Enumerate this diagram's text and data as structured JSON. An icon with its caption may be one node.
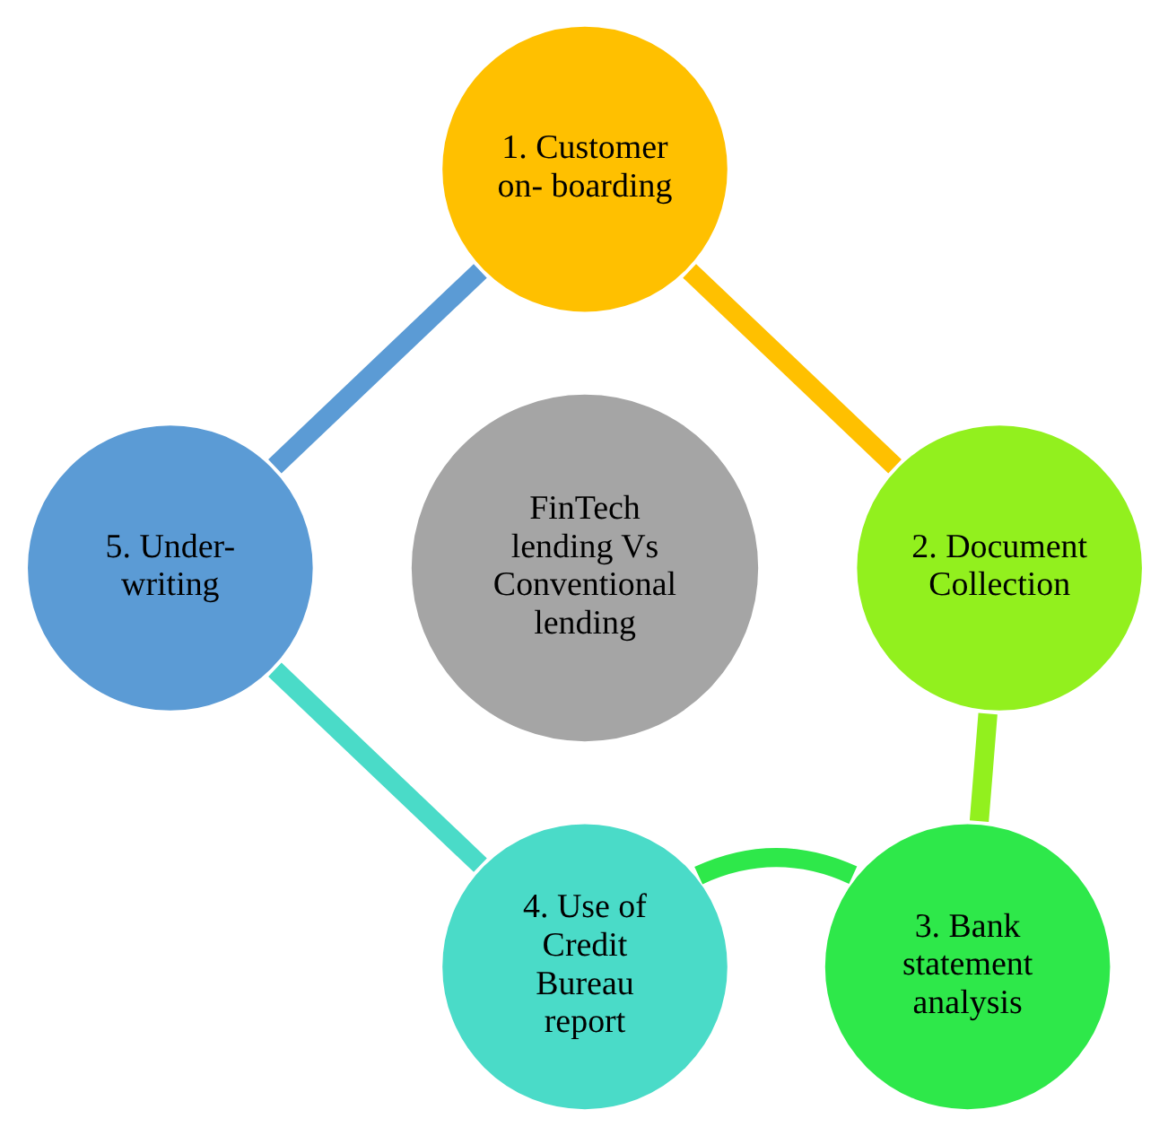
{
  "diagram": {
    "nodes": [
      {
        "text": [
          "1. Customer on- boarding"
        ]
      },
      {
        "text": [
          "2. Document Collection"
        ]
      },
      {
        "text": [
          "3. Bank statement analysis"
        ]
      },
      {
        "text": [
          "4. Use of Credit Bureau report"
        ]
      },
      {
        "text": [
          "5. Under- writing"
        ]
      },
      {
        "text": [
          "FinTech lending Vs Conventional lending"
        ]
      }
    ],
    "edges": [
      {
        "from": 0,
        "to": 1,
        "arrow": "none",
        "color": "#ffc000"
      },
      {
        "from": 1,
        "to": 2,
        "arrow": "none",
        "color": "#92f01e"
      },
      {
        "from": 2,
        "to": 3,
        "arrow": "none",
        "color": "#2ee84a"
      },
      {
        "from": 3,
        "to": 4,
        "arrow": "none",
        "color": "#4adbc8"
      },
      {
        "from": 4,
        "to": 0,
        "arrow": "none",
        "color": "#5b9bd5"
      }
    ]
  }
}
